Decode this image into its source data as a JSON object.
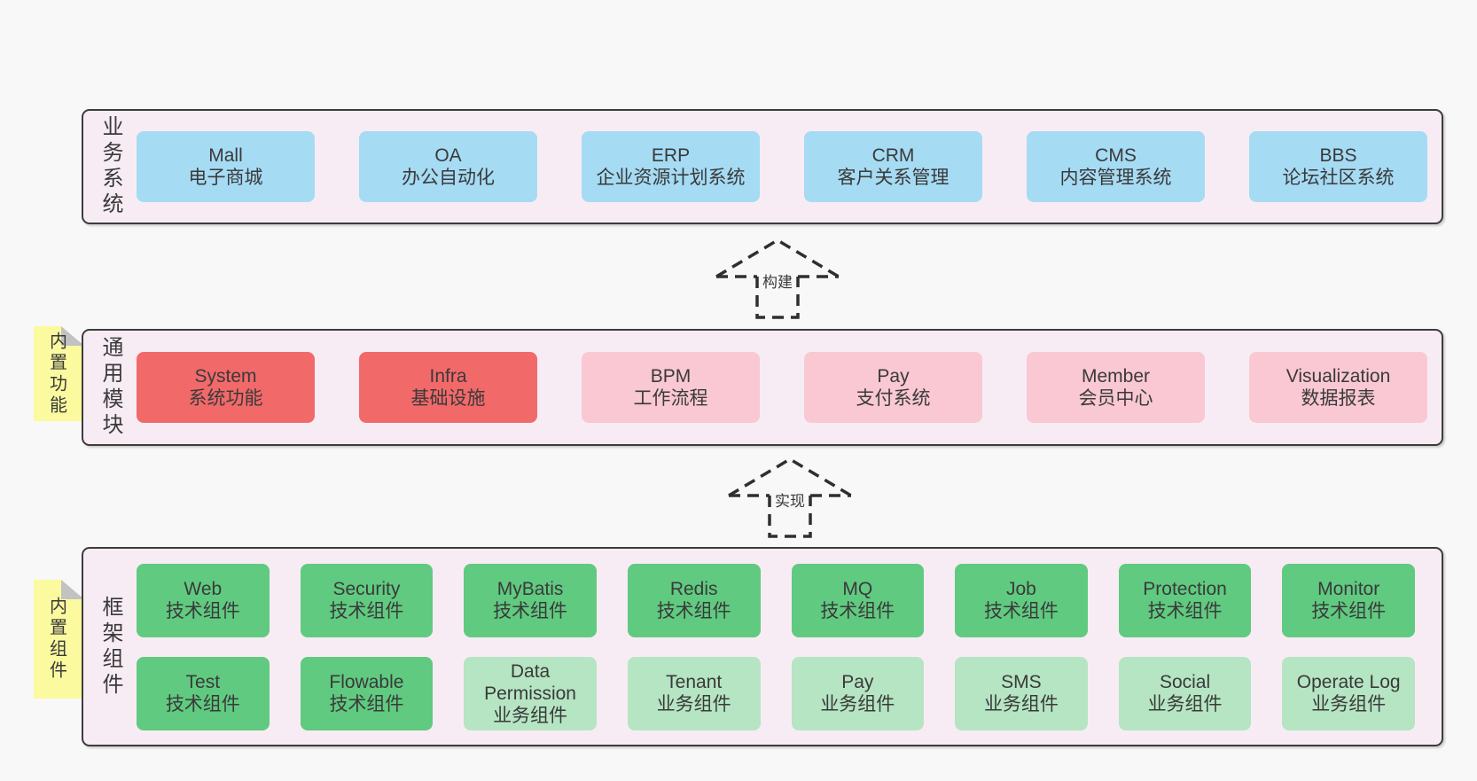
{
  "colors": {
    "page_bg": "#f8f8f8",
    "band_bg": "#f8ecf4",
    "band_border": "#3c3c3c",
    "text": "#3a3a3a",
    "blue_box": "#a6dbf4",
    "red_box": "#f2696a",
    "pink_box": "#f9c8d3",
    "green_box": "#60ca80",
    "light_green_box": "#b5e5c2",
    "sticky_yellow": "#fbfa9f",
    "sticky_fold": "#c2c2c2"
  },
  "bands": [
    {
      "id": "business-systems",
      "side_label": "业务系统",
      "sticky": null,
      "rows": [
        [
          {
            "title": "Mall",
            "subtitle": "电子商城",
            "variant": "blue"
          },
          {
            "title": "OA",
            "subtitle": "办公自动化",
            "variant": "blue"
          },
          {
            "title": "ERP",
            "subtitle": "企业资源计划系统",
            "variant": "blue"
          },
          {
            "title": "CRM",
            "subtitle": "客户关系管理",
            "variant": "blue"
          },
          {
            "title": "CMS",
            "subtitle": "内容管理系统",
            "variant": "blue"
          },
          {
            "title": "BBS",
            "subtitle": "论坛社区系统",
            "variant": "blue"
          }
        ]
      ]
    },
    {
      "id": "common-modules",
      "side_label": "通用模块",
      "sticky": "内置功能",
      "rows": [
        [
          {
            "title": "System",
            "subtitle": "系统功能",
            "variant": "red"
          },
          {
            "title": "Infra",
            "subtitle": "基础设施",
            "variant": "red"
          },
          {
            "title": "BPM",
            "subtitle": "工作流程",
            "variant": "pink"
          },
          {
            "title": "Pay",
            "subtitle": "支付系统",
            "variant": "pink"
          },
          {
            "title": "Member",
            "subtitle": "会员中心",
            "variant": "pink"
          },
          {
            "title": "Visualization",
            "subtitle": "数据报表",
            "variant": "pink"
          }
        ]
      ]
    },
    {
      "id": "framework-components",
      "side_label": "框架组件",
      "sticky": "内置组件",
      "rows": [
        [
          {
            "title": "Web",
            "subtitle": "技术组件",
            "variant": "green"
          },
          {
            "title": "Security",
            "subtitle": "技术组件",
            "variant": "green"
          },
          {
            "title": "MyBatis",
            "subtitle": "技术组件",
            "variant": "green"
          },
          {
            "title": "Redis",
            "subtitle": "技术组件",
            "variant": "green"
          },
          {
            "title": "MQ",
            "subtitle": "技术组件",
            "variant": "green"
          },
          {
            "title": "Job",
            "subtitle": "技术组件",
            "variant": "green"
          },
          {
            "title": "Protection",
            "subtitle": "技术组件",
            "variant": "green"
          },
          {
            "title": "Monitor",
            "subtitle": "技术组件",
            "variant": "green"
          }
        ],
        [
          {
            "title": "Test",
            "subtitle": "技术组件",
            "variant": "green"
          },
          {
            "title": "Flowable",
            "subtitle": "技术组件",
            "variant": "green"
          },
          {
            "title": "Data Permission",
            "subtitle": "业务组件",
            "variant": "green-light"
          },
          {
            "title": "Tenant",
            "subtitle": "业务组件",
            "variant": "green-light"
          },
          {
            "title": "Pay",
            "subtitle": "业务组件",
            "variant": "green-light"
          },
          {
            "title": "SMS",
            "subtitle": "业务组件",
            "variant": "green-light"
          },
          {
            "title": "Social",
            "subtitle": "业务组件",
            "variant": "green-light"
          },
          {
            "title": "Operate Log",
            "subtitle": "业务组件",
            "variant": "green-light"
          }
        ]
      ]
    }
  ],
  "arrows": [
    {
      "label": "构建"
    },
    {
      "label": "实现"
    }
  ]
}
